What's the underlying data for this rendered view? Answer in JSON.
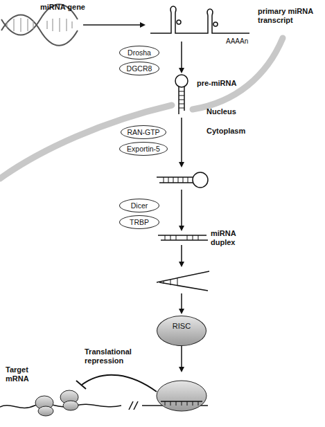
{
  "diagram": {
    "nodes": [
      {
        "text": [
          "Drosha"
        ]
      },
      {
        "text": [
          "DGCR8"
        ]
      },
      {
        "text": [
          "RAN-GTP"
        ]
      },
      {
        "text": [
          "Exportin-5"
        ]
      },
      {
        "text": [
          "Dicer"
        ]
      },
      {
        "text": [
          "TRBP"
        ]
      },
      {
        "text": [
          "RISC"
        ]
      }
    ],
    "labels": [
      "miRNA gene",
      "primary miRNA transcript",
      "AAAAn",
      "pre-miRNA",
      "Nucleus",
      "Cytoplasm",
      "miRNA duplex",
      "Translational repression",
      "Target mRNA"
    ]
  }
}
